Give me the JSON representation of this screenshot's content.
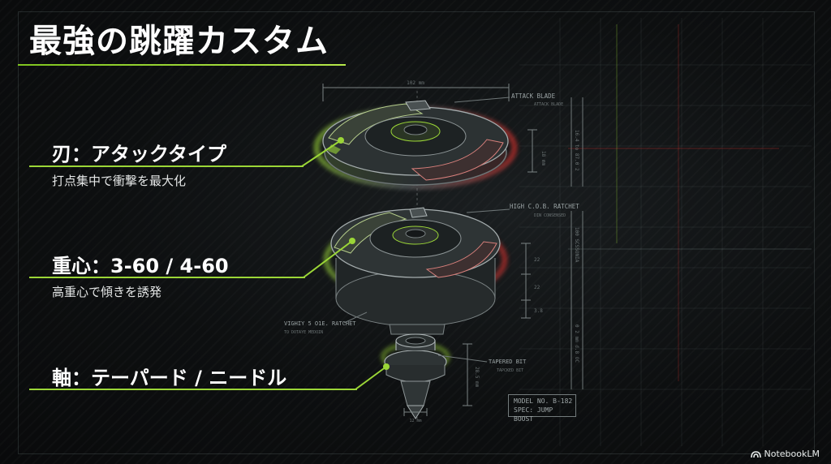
{
  "title": "最強の跳躍カスタム",
  "parts": [
    {
      "heading": "刃：アタックタイプ",
      "description": "打点集中で衝撃を最大化"
    },
    {
      "heading": "重心：3-60 / 4-60",
      "description": "高重心で傾きを誘発"
    },
    {
      "heading": "軸：テーパード / ニードル",
      "description": ""
    }
  ],
  "blueprint": {
    "top_dimension": "102 mm",
    "blade_label": "ATTACK BLADE",
    "blade_sub": "ATTACK BLADE",
    "blade_height": "18 mm",
    "ratchet_label": "HIGH C.O.B. RATCHET",
    "ratchet_sub": "DIN CONSENSED",
    "ratchet_dims": [
      "22",
      "22",
      "3.8"
    ],
    "lower_ratchet_label": "VIGHIY 5 O1E. RATCHET",
    "lower_ratchet_sub": "TO DOTAYE MEDOIN",
    "bit_label": "TAPERED BIT",
    "bit_sub": "TAPCKED BIT",
    "bit_height": "28.5 mm",
    "bit_width": "12 mm",
    "vertical_upper": "16.4 to 87.0 2",
    "vertical_middle": "100 SCSSONIA",
    "vertical_lower": "0 2 mm d.8 OC"
  },
  "model_box": {
    "line1": "MODEL NO. B-182",
    "line2": "SPEC: JUMP BOOST"
  },
  "brand": "NotebookLM",
  "colors": {
    "accent_green": "#9bd637",
    "accent_red": "#e0322e",
    "background": "#0b0d0e"
  }
}
